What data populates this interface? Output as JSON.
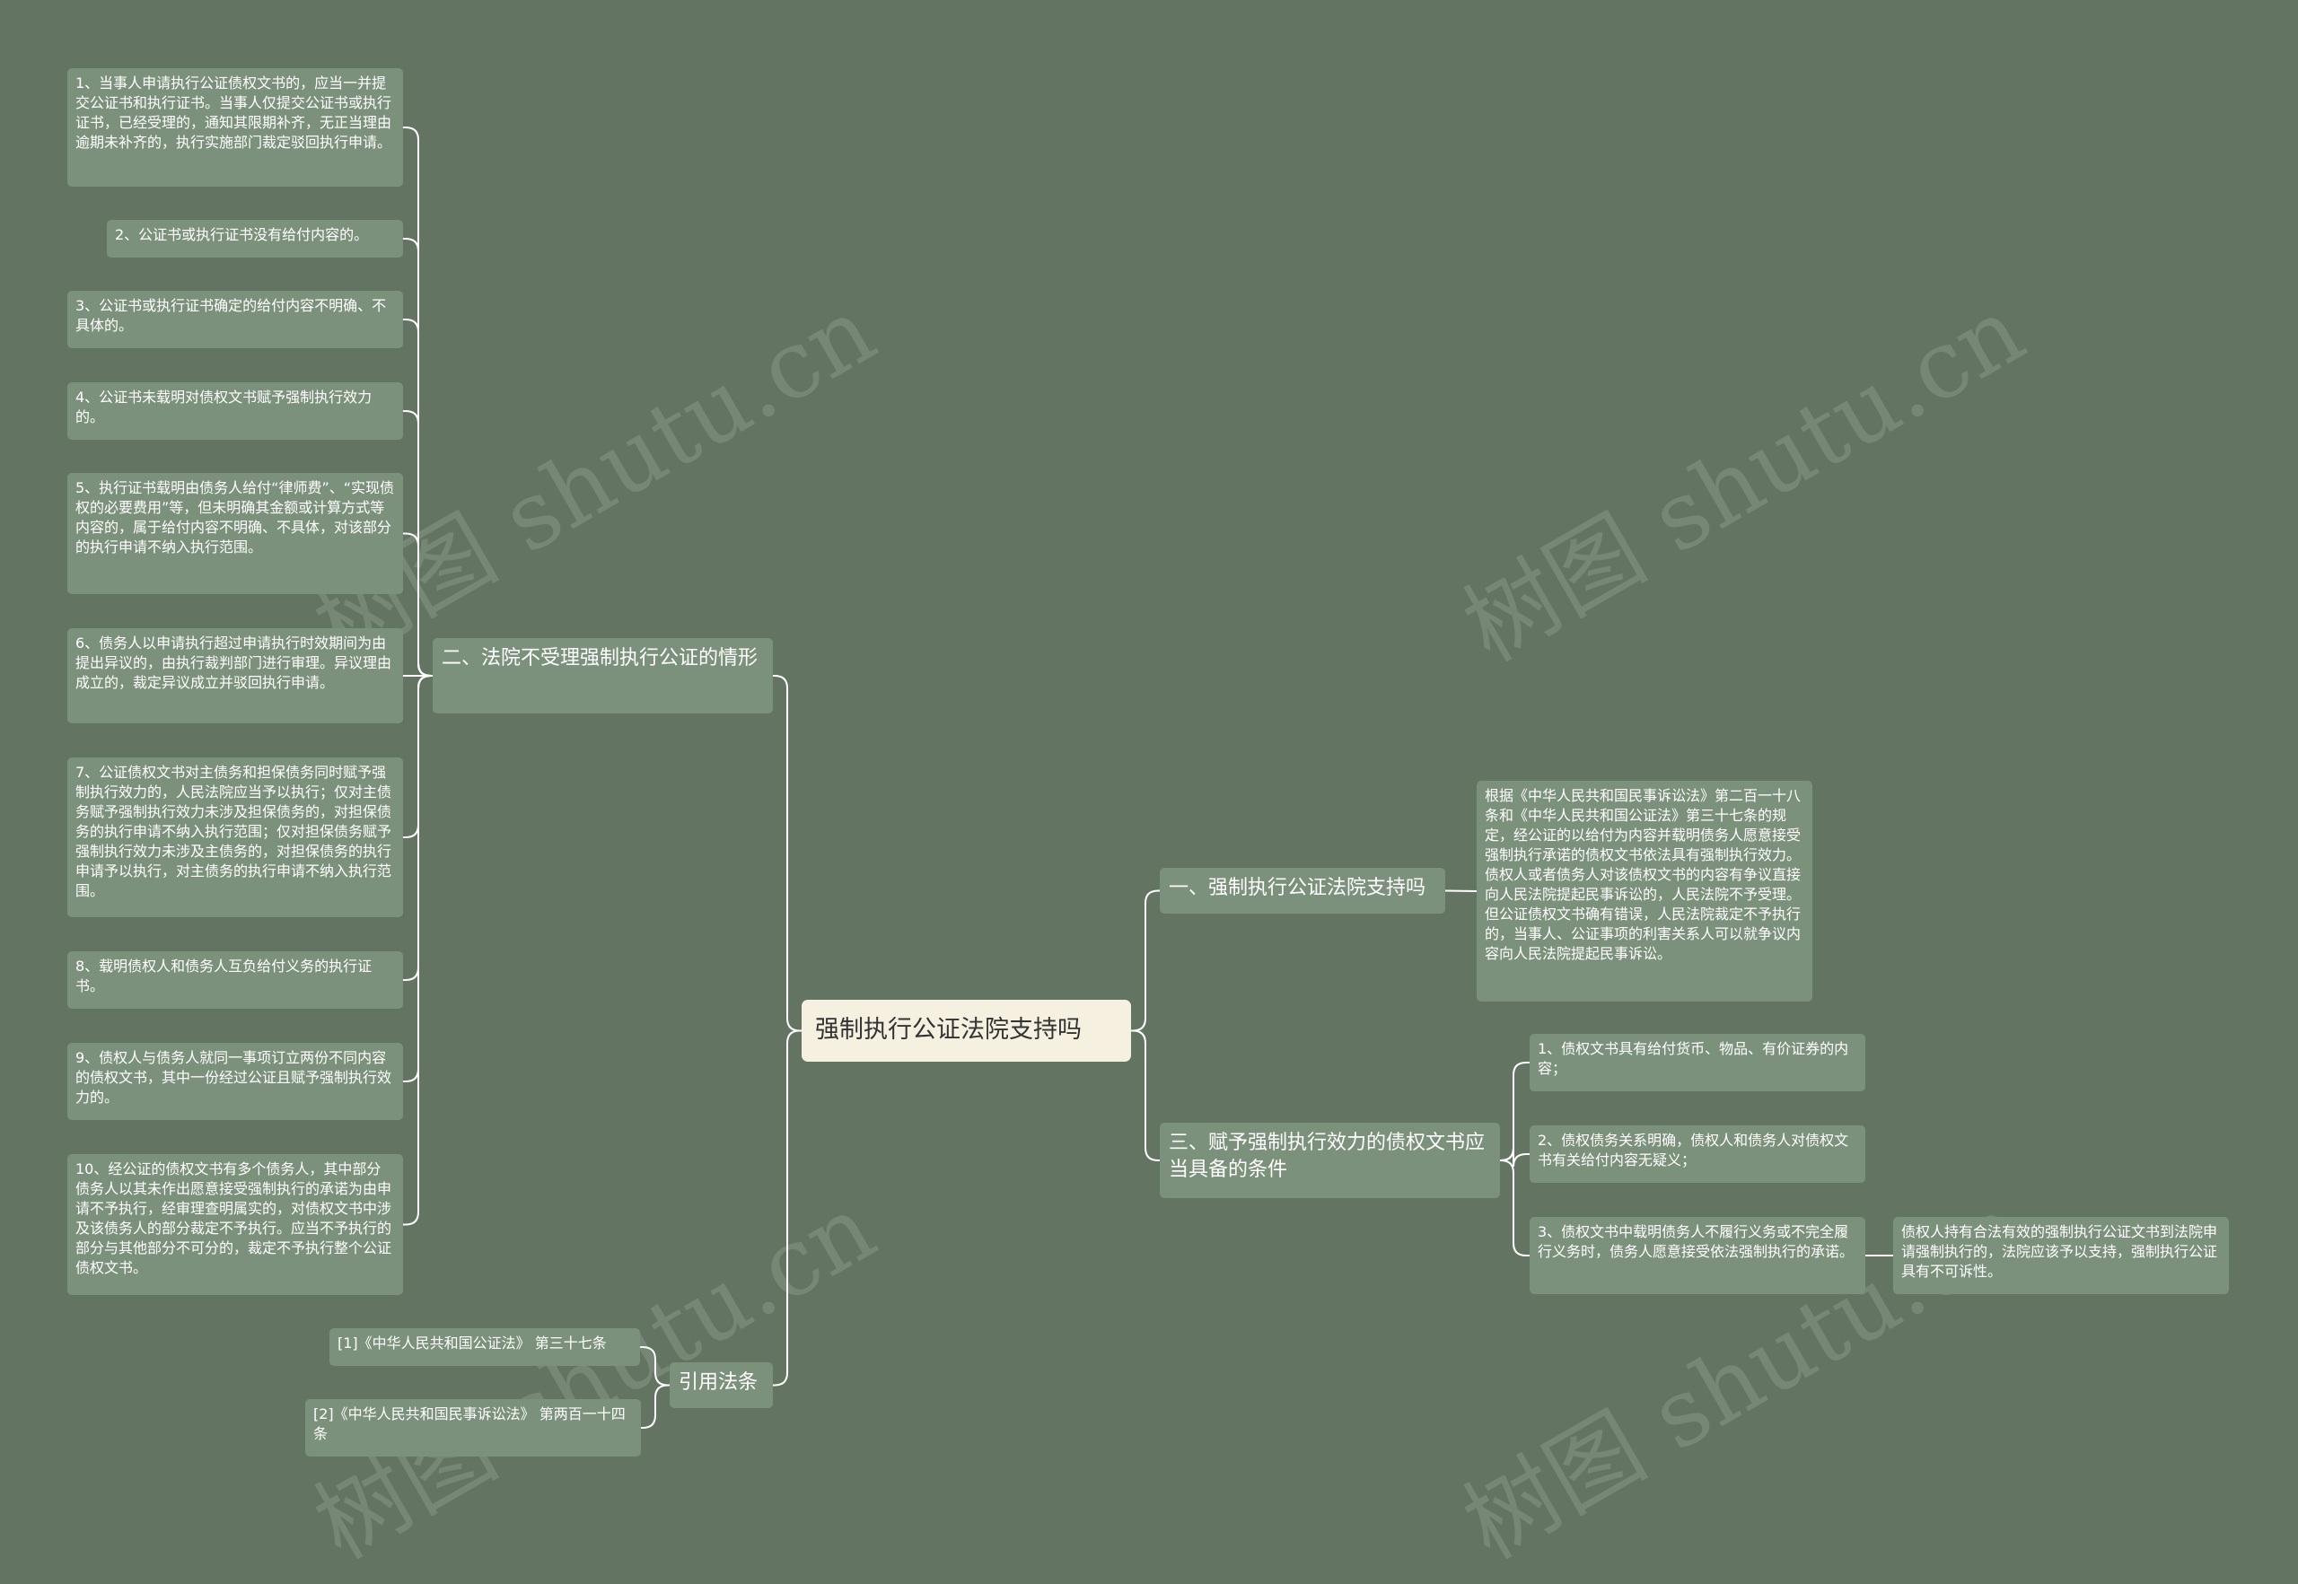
{
  "root": {
    "label": "强制执行公证法院支持吗"
  },
  "branch1": {
    "label": "一、强制执行公证法院支持吗",
    "detail": "根据《中华人民共和国民事诉讼法》第二百一十八条和《中华人民共和国公证法》第三十七条的规定，经公证的以给付为内容并载明债务人愿意接受强制执行承诺的债权文书依法具有强制执行效力。债权人或者债务人对该债权文书的内容有争议直接向人民法院提起民事诉讼的，人民法院不予受理。但公证债权文书确有错误，人民法院裁定不予执行的，当事人、公证事项的利害关系人可以就争议内容向人民法院提起民事诉讼。"
  },
  "branch2": {
    "label": "二、法院不受理强制执行公证的情形",
    "items": [
      "1、当事人申请执行公证债权文书的，应当一并提交公证书和执行证书。当事人仅提交公证书或执行证书，已经受理的，通知其限期补齐，无正当理由逾期未补齐的，执行实施部门裁定驳回执行申请。",
      "2、公证书或执行证书没有给付内容的。",
      "3、公证书或执行证书确定的给付内容不明确、不具体的。",
      "4、公证书未载明对债权文书赋予强制执行效力的。",
      "5、执行证书载明由债务人给付“律师费”、“实现债权的必要费用”等，但未明确其金额或计算方式等内容的，属于给付内容不明确、不具体，对该部分的执行申请不纳入执行范围。",
      "6、债务人以申请执行超过申请执行时效期间为由提出异议的，由执行裁判部门进行审理。异议理由成立的，裁定异议成立并驳回执行申请。",
      "7、公证债权文书对主债务和担保债务同时赋予强制执行效力的，人民法院应当予以执行；仅对主债务赋予强制执行效力未涉及担保债务的，对担保债务的执行申请不纳入执行范围；仅对担保债务赋予强制执行效力未涉及主债务的，对担保债务的执行申请予以执行，对主债务的执行申请不纳入执行范围。",
      "8、载明债权人和债务人互负给付义务的执行证书。",
      "9、债权人与债务人就同一事项订立两份不同内容的债权文书，其中一份经过公证且赋予强制执行效力的。",
      "10、经公证的债权文书有多个债务人，其中部分债务人以其未作出愿意接受强制执行的承诺为由申请不予执行，经审理查明属实的，对债权文书中涉及该债务人的部分裁定不予执行。应当不予执行的部分与其他部分不可分的，裁定不予执行整个公证债权文书。"
    ]
  },
  "branch3": {
    "label": "三、赋予强制执行效力的债权文书应当具备的条件",
    "items": [
      "1、债权文书具有给付货币、物品、有价证券的内容；",
      "2、债权债务关系明确，债权人和债务人对债权文书有关给付内容无疑义；",
      "3、债权文书中载明债务人不履行义务或不完全履行义务时，债务人愿意接受依法强制执行的承诺。"
    ],
    "item3_detail": "债权人持有合法有效的强制执行公证文书到法院申请强制执行的，法院应该予以支持，强制执行公证具有不可诉性。"
  },
  "branch4": {
    "label": "引用法条",
    "items": [
      "[1]《中华人民共和国公证法》 第三十七条",
      "[2]《中华人民共和国民事诉讼法》 第两百一十四条"
    ]
  },
  "watermark": "树图 shutu.cn",
  "colors": {
    "background": "#637562",
    "node": "#7c917b",
    "root": "#f5f0e0",
    "line": "#ffffff"
  }
}
